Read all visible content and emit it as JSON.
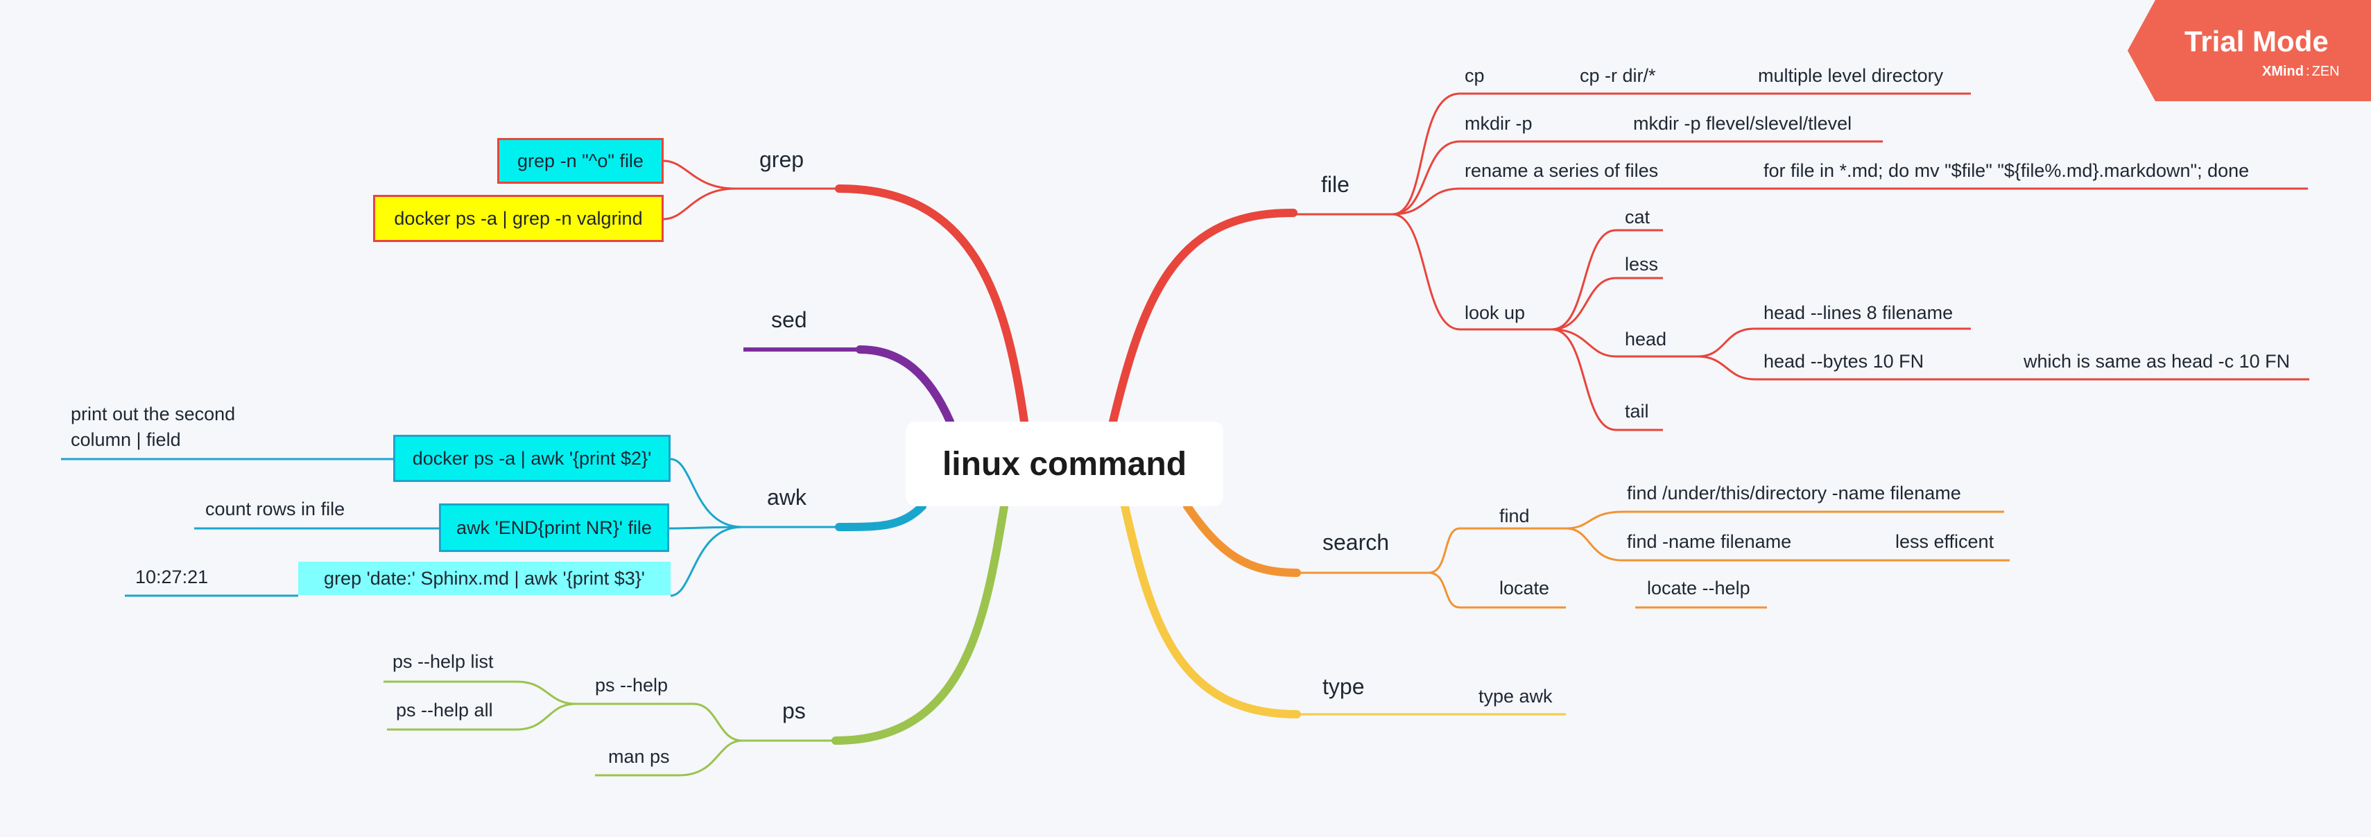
{
  "root": "linux command",
  "trial": {
    "title": "Trial Mode",
    "brand": "XMind",
    "edition": "ZEN"
  },
  "colors": {
    "file": "#e8453c",
    "search": "#f29333",
    "type": "#f7c843",
    "ps": "#9bc34e",
    "awk": "#1aa6cc",
    "sed": "#7b2d9c",
    "grep": "#e8453c",
    "highlight_cyan": "#00f0f0",
    "highlight_yellow": "#ffff00",
    "highlight_light": "#7fffff"
  },
  "branches": {
    "file": {
      "label": "file",
      "cp": {
        "label": "cp",
        "child": "cp -r dir/*",
        "note": "multiple level directory"
      },
      "mkdir": {
        "label": "mkdir -p",
        "child": "mkdir -p flevel/slevel/tlevel"
      },
      "rename": {
        "label": "rename  a series of files",
        "child": "for file in *.md; do mv \"$file\" \"${file%.md}.markdown\"; done"
      },
      "lookup": {
        "label": "look up",
        "cat": "cat",
        "less": "less",
        "head": {
          "label": "head",
          "lines": "head --lines 8 filename",
          "bytes": "head --bytes 10 FN",
          "bytes_note": "which is same as head -c 10 FN"
        },
        "tail": "tail"
      }
    },
    "search": {
      "label": "search",
      "find": {
        "label": "find",
        "dir": "find /under/this/directory -name filename",
        "name": "find -name filename",
        "name_note": "less efficent"
      },
      "locate": {
        "label": "locate",
        "child": "locate --help"
      }
    },
    "type": {
      "label": "type",
      "child": "type awk"
    },
    "ps": {
      "label": "ps",
      "help": {
        "label": "ps --help",
        "list": "ps --help list",
        "all": "ps --help all"
      },
      "man": "man ps"
    },
    "awk": {
      "label": "awk",
      "print2": {
        "label": "docker ps -a | awk '{print $2}'",
        "note_line1": "print out the second",
        "note_line2": "column | field"
      },
      "end": {
        "label": "awk 'END{print NR}' file",
        "note": "count rows in file"
      },
      "date": {
        "label": "grep 'date:' Sphinx.md | awk '{print $3}'",
        "note": "10:27:21"
      }
    },
    "sed": {
      "label": "sed"
    },
    "grep": {
      "label": "grep",
      "n": "grep -n \"^o\" file",
      "docker": "docker ps -a | grep -n valgrind"
    }
  }
}
